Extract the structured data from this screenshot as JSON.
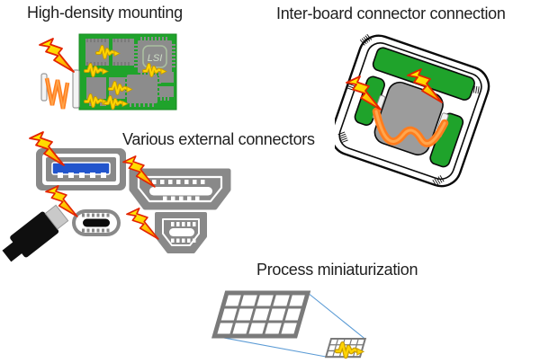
{
  "sections": {
    "high_density_mounting": {
      "title": "High-density mounting",
      "chip_label": "LSI"
    },
    "inter_board": {
      "title": "Inter-board connector connection"
    },
    "external_connectors": {
      "title": "Various external connectors"
    },
    "process_miniaturization": {
      "title": "Process miniaturization"
    }
  },
  "icons": {
    "lightning": "lightning-bolt-icon",
    "noise": "noise-waveform-icon",
    "surge": "surge-waveform-icon"
  },
  "colors": {
    "background": "#ffffff",
    "text": "#1f1f1f",
    "pcb_green": "#1fa32b",
    "chip_gray": "#8c8c8c",
    "connector_gray": "#898989",
    "usb_blue": "#2255cc",
    "bolt_yellow": "#fff200",
    "bolt_orange": "#ff8c00",
    "bolt_outline_red": "#e32400",
    "noise_yellow": "#ffd400",
    "surge_orange": "#ff7d1e",
    "wafer_gray": "#7a7a7a",
    "callout_blue": "#5b9bd5",
    "plug_black": "#0f0f0f"
  }
}
